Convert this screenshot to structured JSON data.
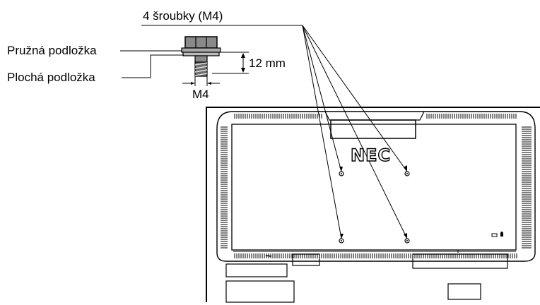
{
  "labels": {
    "screws": "4 šroubky (M4)",
    "spring_washer": "Pružná podložka",
    "flat_washer": "Plochá podložka",
    "length": "12 mm",
    "thread": "M4"
  },
  "monitor": {
    "brand": "NEC"
  },
  "colors": {
    "line": "#000000",
    "screw_head": "#8a8a8a",
    "screw_thread": "#6e6e6e",
    "background": "#ffffff"
  }
}
